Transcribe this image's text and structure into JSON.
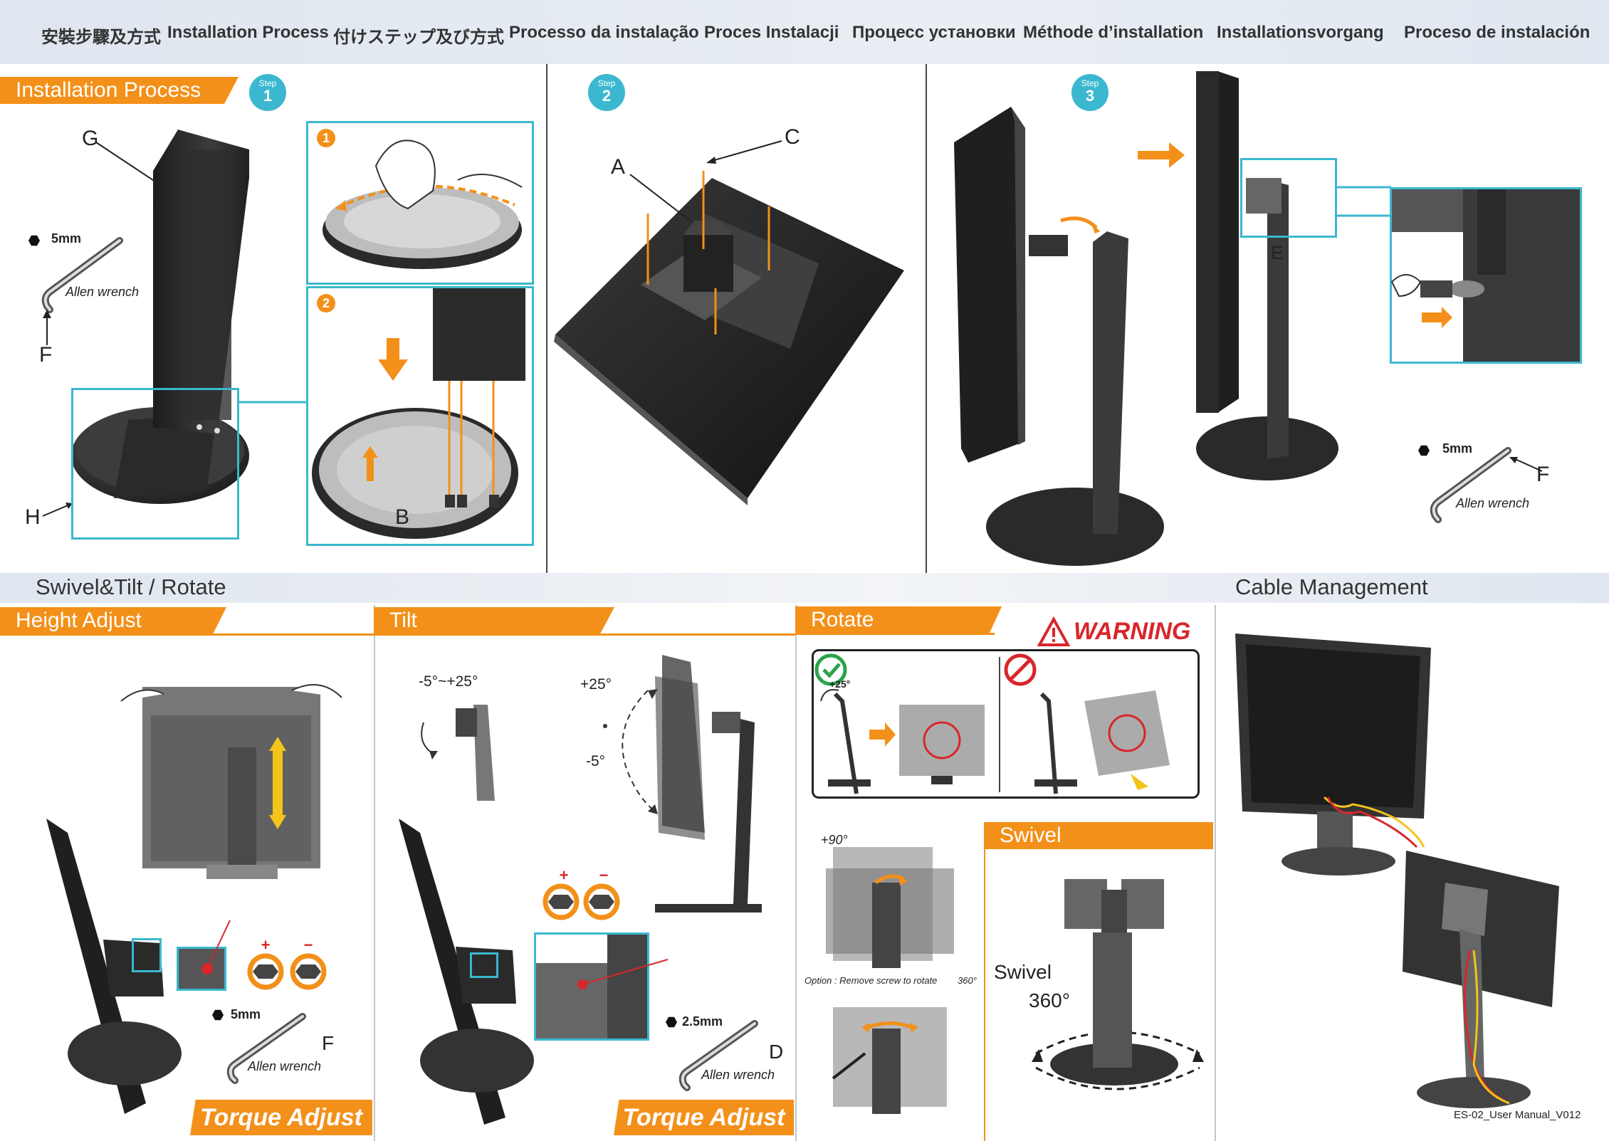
{
  "header": {
    "languages": [
      "安裝步驟及方式",
      "Installation Process",
      "付けステップ及び方式",
      "Processo da instalação",
      "Proces Instalacji",
      "Процесс установки",
      "Méthode d’installation",
      "Installationsvorgang",
      "Proceso de instalación"
    ]
  },
  "installation": {
    "title": "Installation Process",
    "steps": [
      {
        "label": "Step",
        "number": "1"
      },
      {
        "label": "Step",
        "number": "2"
      },
      {
        "label": "Step",
        "number": "3"
      }
    ],
    "callout_numbers": [
      "1",
      "2"
    ],
    "part_letters": {
      "a": "A",
      "b": "B",
      "c": "C",
      "e": "E",
      "f": "F",
      "g": "G",
      "h": "H"
    }
  },
  "tools": {
    "wrench_size_5": "5mm",
    "wrench_size_25": "2.5mm",
    "wrench_name": "Allen wrench",
    "label_d": "D"
  },
  "sections": {
    "swivel_tilt_rotate": "Swivel&Tilt / Rotate",
    "cable_management": "Cable Management",
    "height_adjust": "Height Adjust",
    "tilt": "Tilt",
    "rotate": "Rotate",
    "swivel": "Swivel",
    "torque_adjust": "Torque Adjust",
    "warning": "WARNING"
  },
  "tilt": {
    "range_small": "-5°~+25°",
    "plus_25": "+25°",
    "minus_5": "-5°"
  },
  "rotate": {
    "plus_25": "+25°",
    "plus_90": "+90°",
    "option_note": "Option : Remove screw to rotate",
    "option_deg": "360°"
  },
  "swivel": {
    "label": "Swivel",
    "deg": "360°"
  },
  "footer": {
    "code": "ES-02_User Manual_V012"
  },
  "colors": {
    "accent_orange": "#f39019",
    "step_cyan": "#3bb8cf",
    "warning_red": "#d9262a"
  },
  "icons": [
    "hex-key-icon",
    "allen-wrench-icon",
    "arrow-down-icon",
    "arrow-right-icon",
    "rotate-arrow-icon",
    "check-icon",
    "prohibited-icon",
    "warning-triangle-icon",
    "torque-plus-icon",
    "torque-minus-icon"
  ]
}
